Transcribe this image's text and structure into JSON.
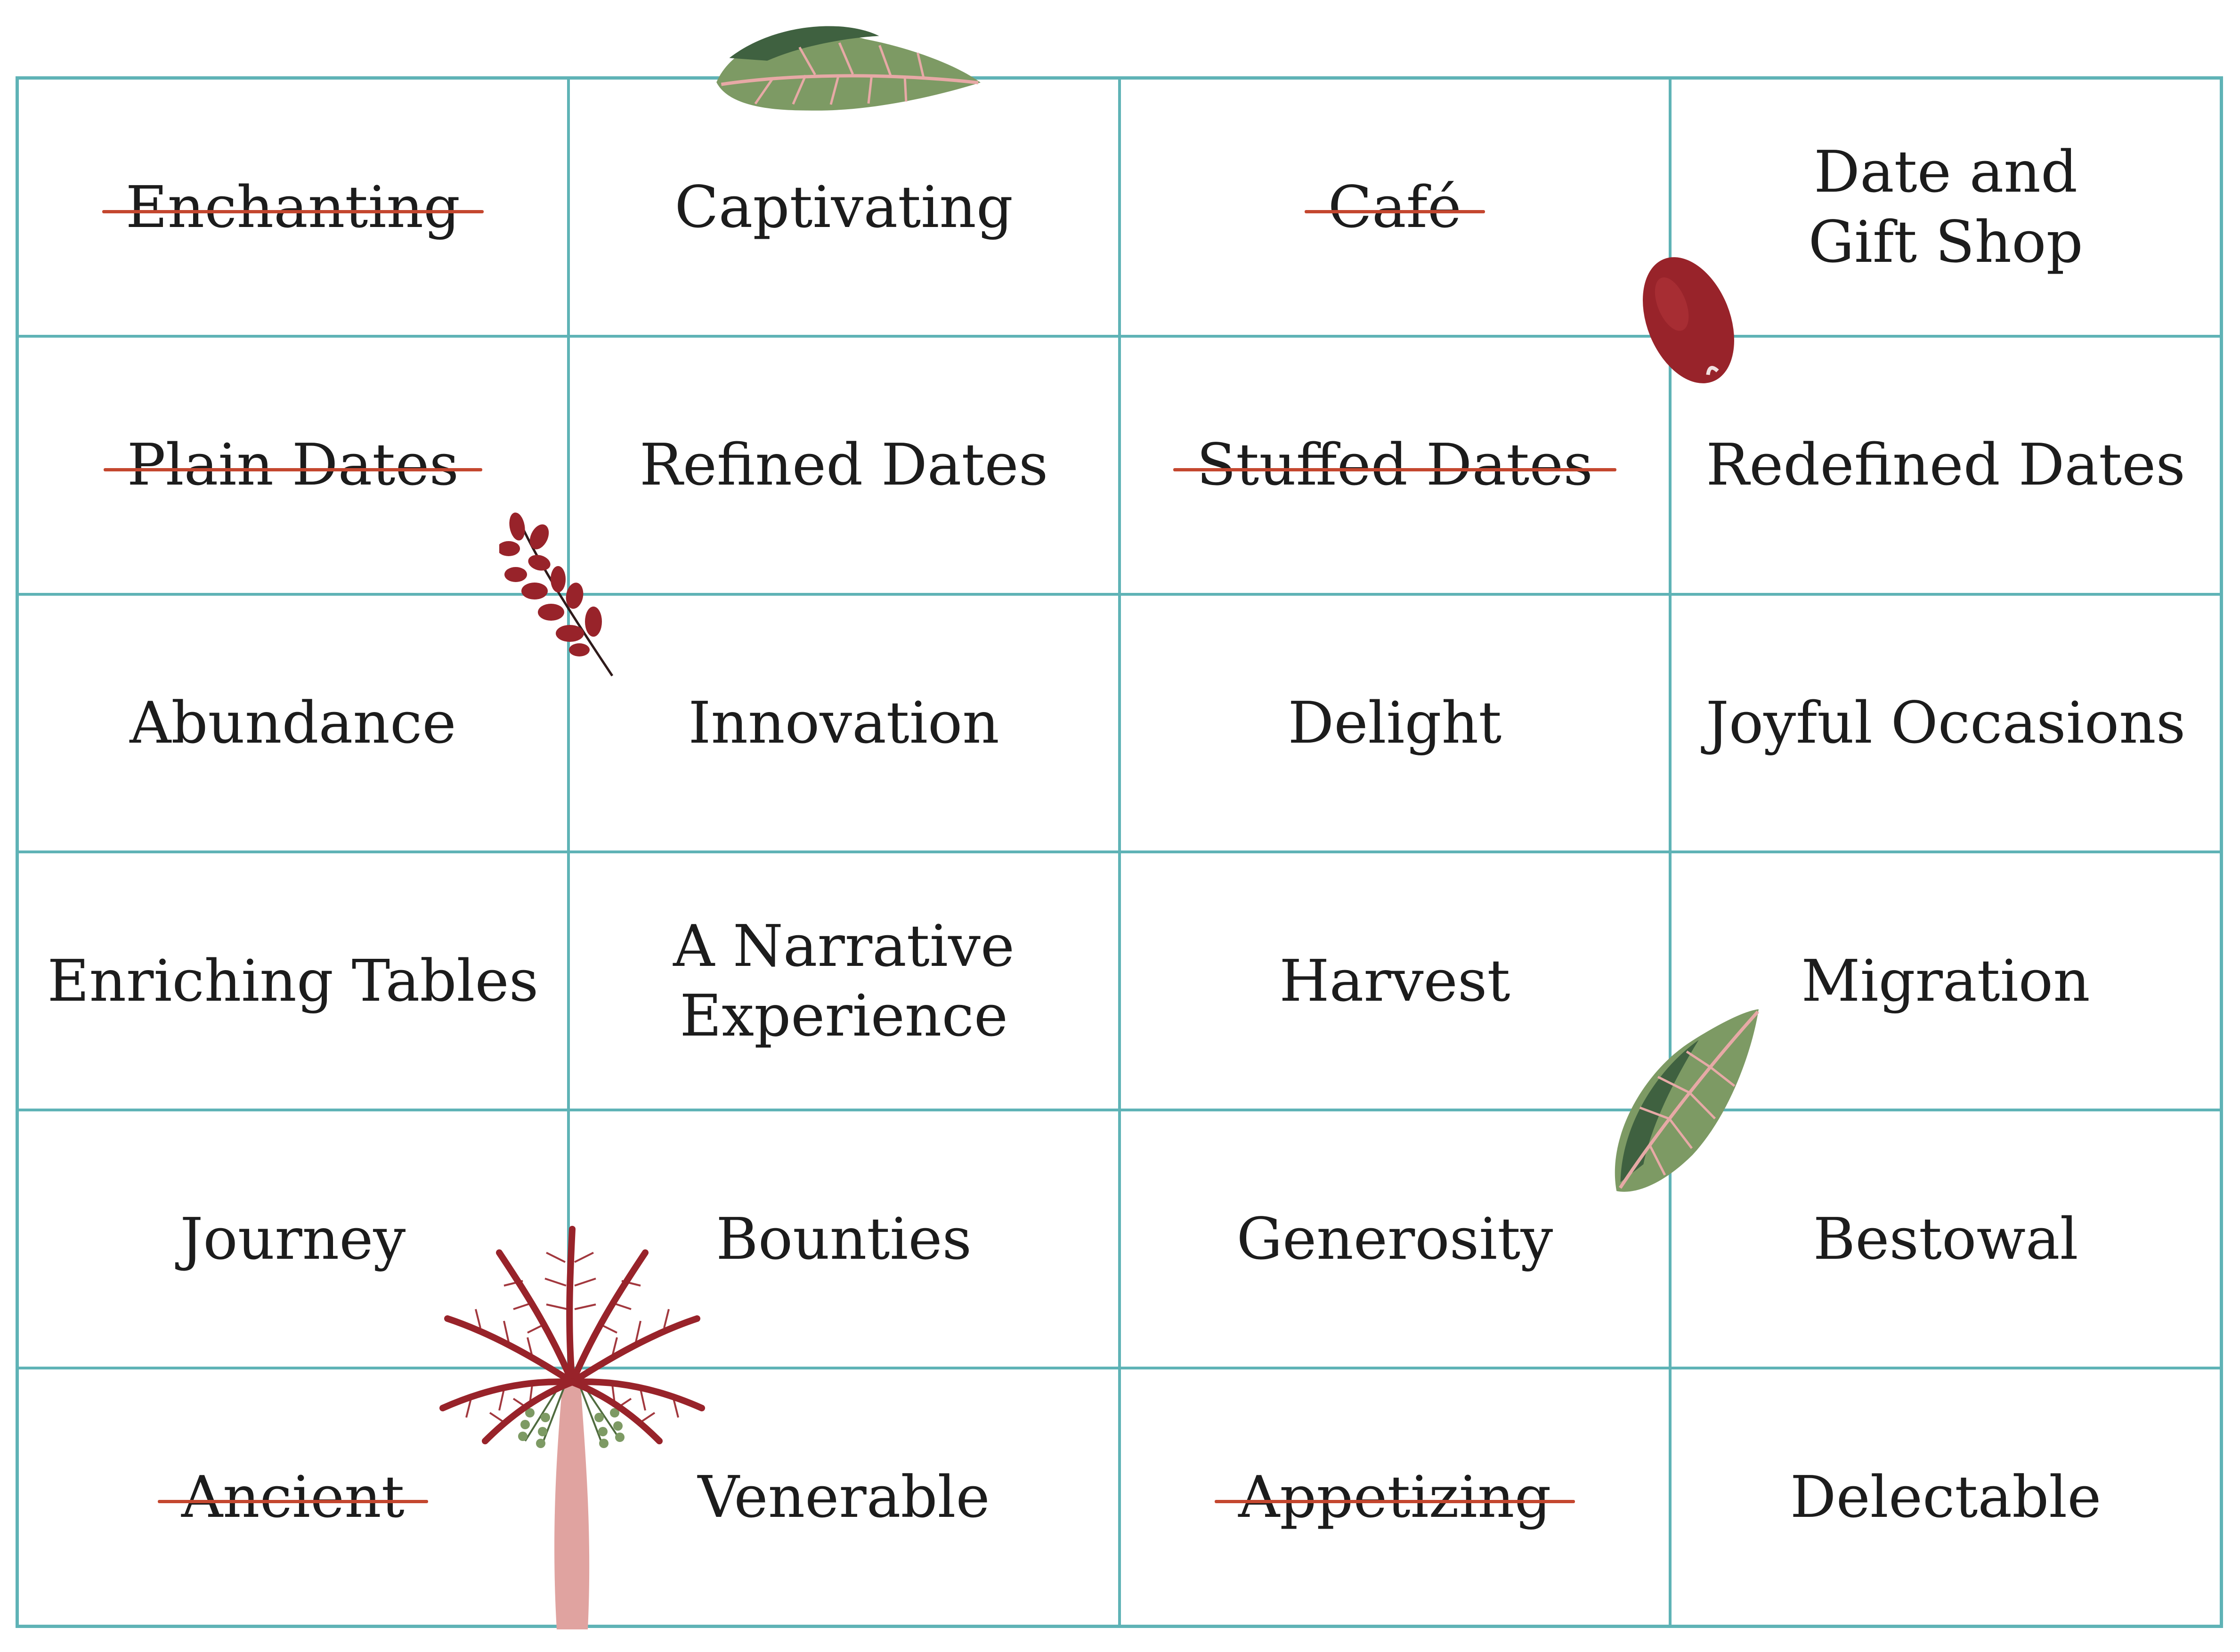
{
  "board": {
    "colors": {
      "grid_line": "#5fb3b6",
      "strike": "#c4472f",
      "text": "#1c1c1c",
      "leaf_green": "#7d9a64",
      "accent_red": "#98232a",
      "trunk_pink": "#e0a3a0"
    },
    "rows": [
      [
        {
          "text": "Enchanting",
          "struck": true
        },
        {
          "text": "Captivating",
          "struck": false
        },
        {
          "text": "Café",
          "struck": true
        },
        {
          "text": "Date and\nGift Shop",
          "struck": false
        }
      ],
      [
        {
          "text": "Plain Dates",
          "struck": true
        },
        {
          "text": "Refined Dates",
          "struck": false
        },
        {
          "text": "Stuffed Dates",
          "struck": true
        },
        {
          "text": "Redefined Dates",
          "struck": false
        }
      ],
      [
        {
          "text": "Abundance",
          "struck": false
        },
        {
          "text": "Innovation",
          "struck": false
        },
        {
          "text": "Delight",
          "struck": false
        },
        {
          "text": "Joyful Occasions",
          "struck": false
        }
      ],
      [
        {
          "text": "Enriching Tables",
          "struck": false
        },
        {
          "text": "A Narrative\nExperience",
          "struck": false
        },
        {
          "text": "Harvest",
          "struck": false
        },
        {
          "text": "Migration",
          "struck": false
        }
      ],
      [
        {
          "text": "Journey",
          "struck": false
        },
        {
          "text": "Bounties",
          "struck": false
        },
        {
          "text": "Generosity",
          "struck": false
        },
        {
          "text": "Bestowal",
          "struck": false
        }
      ],
      [
        {
          "text": "Ancient",
          "struck": true
        },
        {
          "text": "Venerable",
          "struck": false
        },
        {
          "text": "Appetizing",
          "struck": true
        },
        {
          "text": "Delectable",
          "struck": false
        }
      ]
    ]
  },
  "decorations": [
    "leaf-icon",
    "date-fruit-icon",
    "berry-branch-icon",
    "palm-tree-icon"
  ]
}
